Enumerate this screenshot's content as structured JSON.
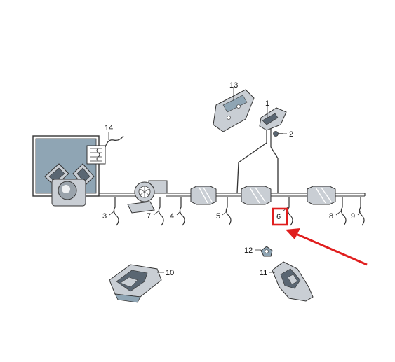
{
  "parts": [
    {
      "id": "p1",
      "number": "1"
    },
    {
      "id": "p2",
      "number": "2"
    },
    {
      "id": "p3",
      "number": "3"
    },
    {
      "id": "p4",
      "number": "4"
    },
    {
      "id": "p5",
      "number": "5"
    },
    {
      "id": "p6",
      "number": "6"
    },
    {
      "id": "p7",
      "number": "7"
    },
    {
      "id": "p8",
      "number": "8"
    },
    {
      "id": "p9",
      "number": "9"
    },
    {
      "id": "p10",
      "number": "10"
    },
    {
      "id": "p11",
      "number": "11"
    },
    {
      "id": "p12",
      "number": "12"
    },
    {
      "id": "p13",
      "number": "13"
    },
    {
      "id": "p14",
      "number": "14"
    }
  ],
  "highlight": {
    "part": "6",
    "color": "#e01e1e"
  },
  "colors": {
    "line": "#333333",
    "engine_fill": "#8fa5b4",
    "component_fill": "#c9ced4",
    "dark_fill": "#5a6672"
  }
}
